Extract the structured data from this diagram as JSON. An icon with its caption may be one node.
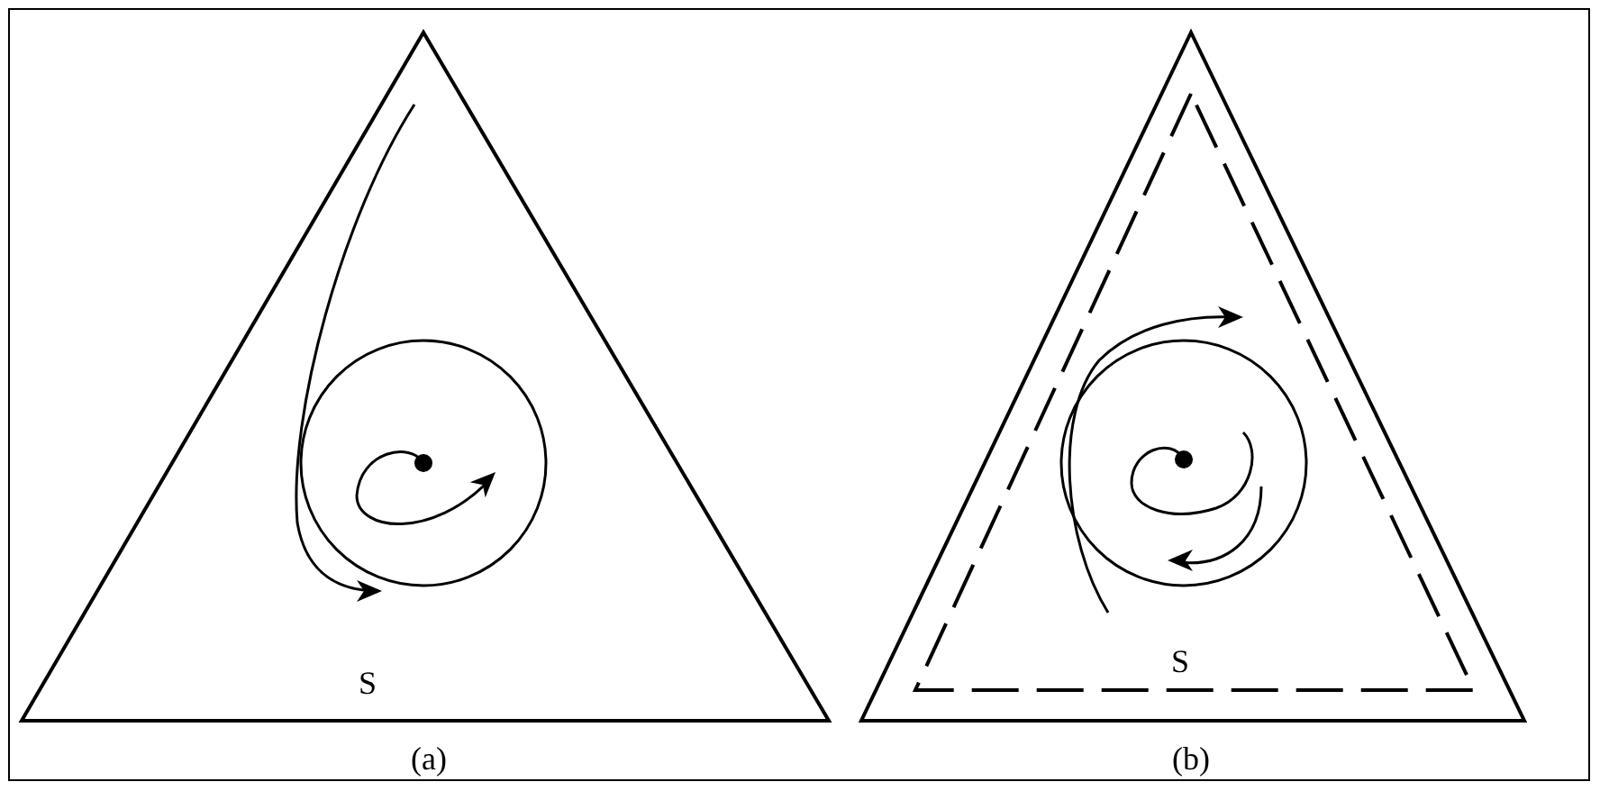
{
  "diagram": {
    "labels": [
      "S",
      "S",
      "(a)",
      "(b)"
    ]
  }
}
